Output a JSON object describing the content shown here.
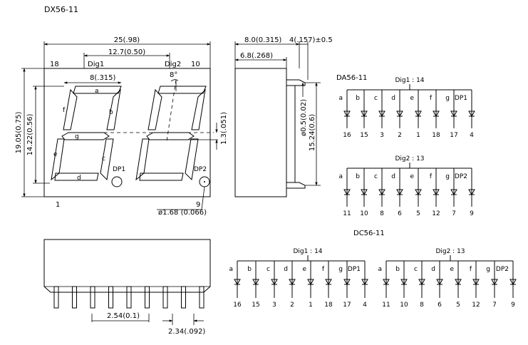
{
  "title": "DX56-11",
  "front": {
    "dim_width": "25(.98)",
    "dim_digit_pitch": "12.7(0.50)",
    "dim_height": "19.05(0.75)",
    "dim_digit_height": "14.22(0.56)",
    "dim_slant": "8(.315)",
    "dim_angle": "8°",
    "dim_seg": "1.3(.051)",
    "dim_pin_dia": "ø1.68 (0.066)",
    "pin_18": "18",
    "pin_10": "10",
    "pin_1": "1",
    "pin_9": "9",
    "dig1": "Dig1",
    "dig2": "Dig2",
    "seg_a": "a",
    "seg_b": "b",
    "seg_c": "c",
    "seg_d": "d",
    "seg_e": "e",
    "seg_f": "f",
    "seg_g": "g",
    "dp1": "DP1",
    "dp2": "DP2"
  },
  "side": {
    "dim_depth": "8.0(0.315)",
    "dim_pin_len": "4(.157)±0.5",
    "dim_body": "6.8(.268)",
    "dim_pin_dia": "ø0.5(0.02)",
    "dim_row": "15.24(0.6)"
  },
  "bottom": {
    "dim_pitch": "2.54(0.1)",
    "dim_offset": "2.34(.092)"
  },
  "da_title": "DA56-11",
  "dc_title": "DC56-11",
  "seg_labels": [
    "a",
    "b",
    "c",
    "d",
    "e",
    "f",
    "g"
  ],
  "circuits": [
    {
      "com": "Dig1 : 14",
      "dp": "DP1",
      "pins": [
        "16",
        "15",
        "3",
        "2",
        "1",
        "18",
        "17",
        "4"
      ]
    },
    {
      "com": "Dig2 : 13",
      "dp": "DP2",
      "pins": [
        "11",
        "10",
        "8",
        "6",
        "5",
        "12",
        "7",
        "9"
      ]
    }
  ]
}
